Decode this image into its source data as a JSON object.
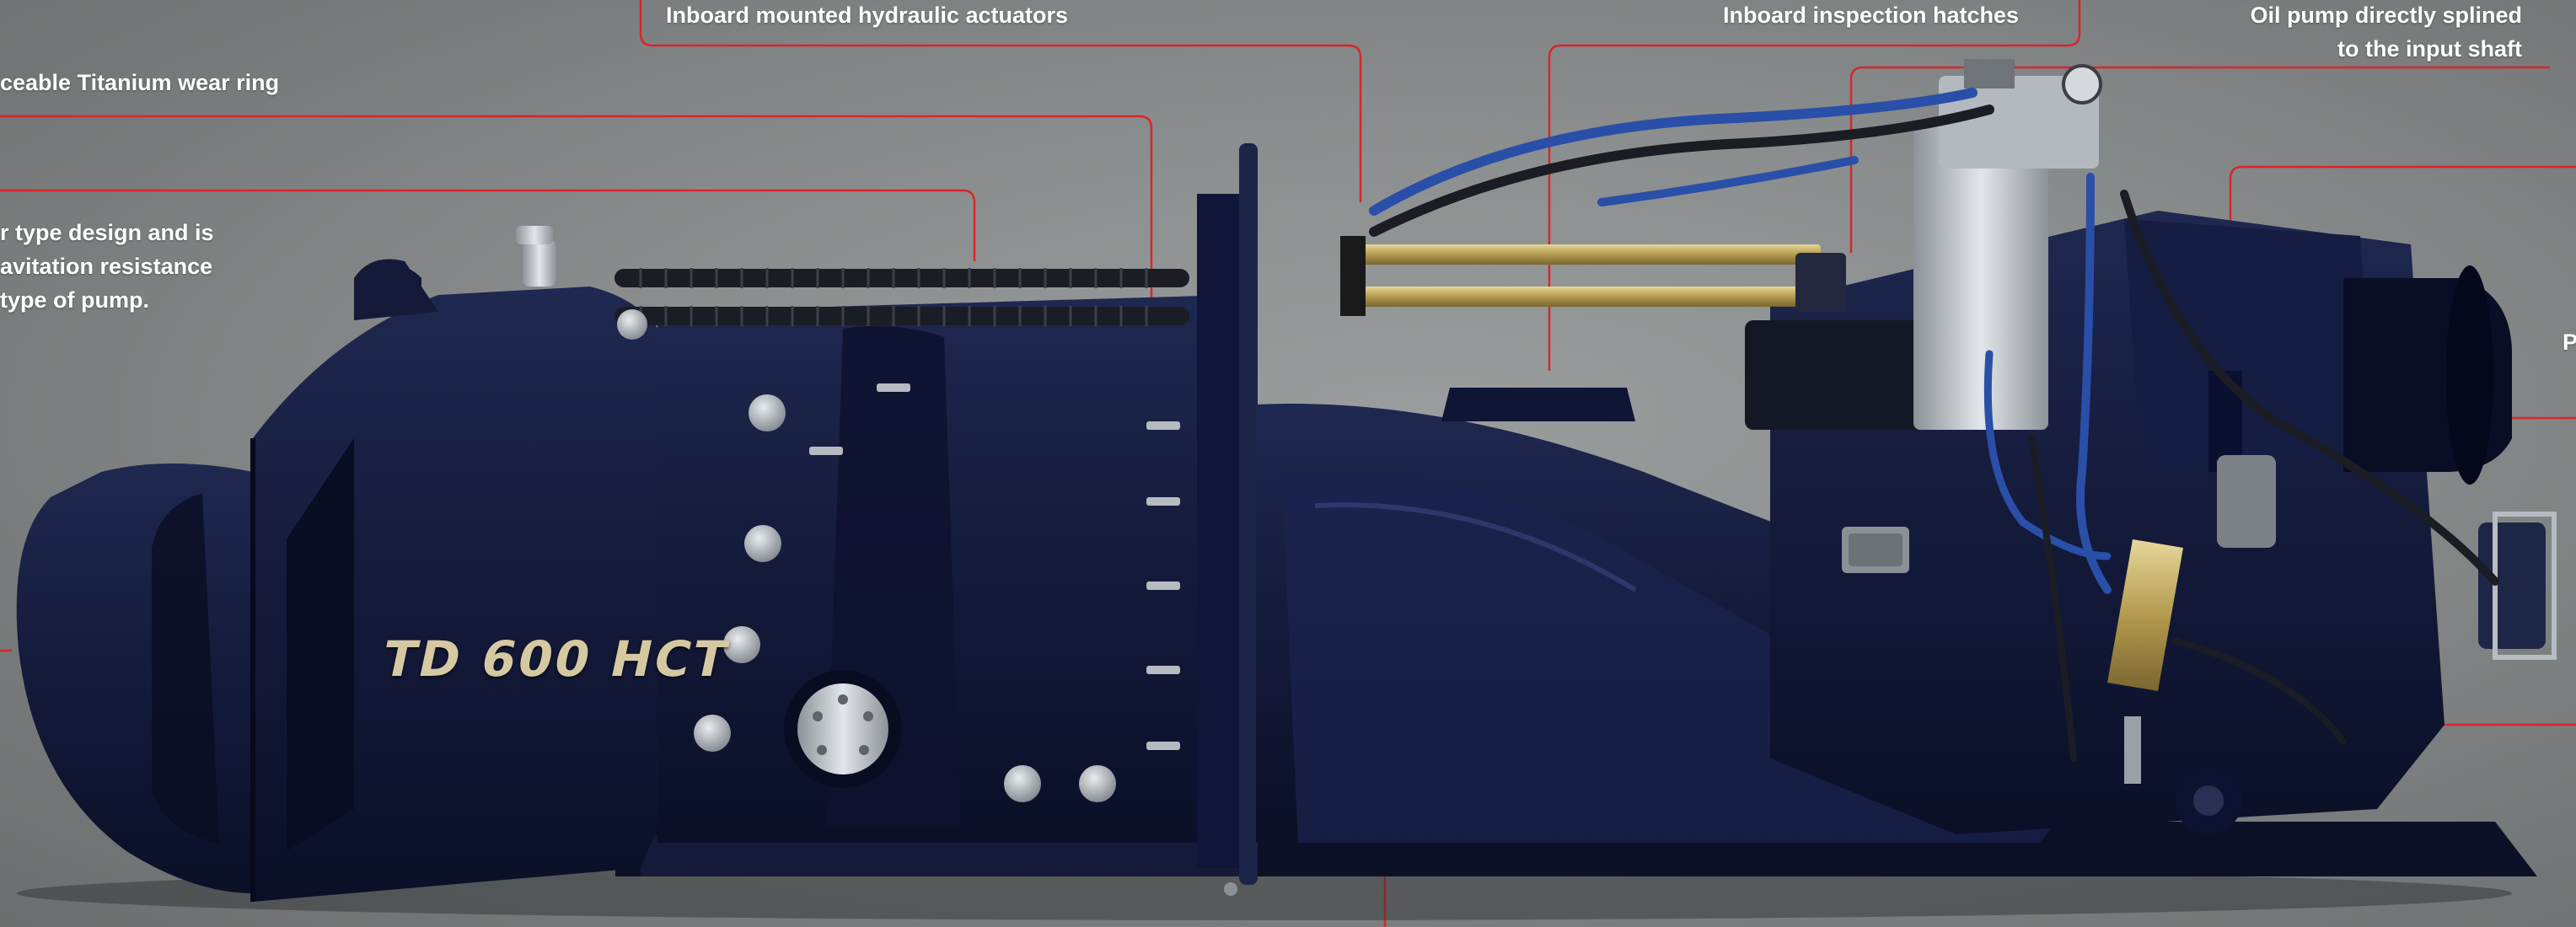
{
  "callouts": {
    "titanium_ring": "ceable Titanium wear ring",
    "hydraulic_actuators": "Inboard mounted hydraulic actuators",
    "inspection_hatches": "Inboard inspection hatches",
    "oil_pump_line1": "Oil pump directly splined",
    "oil_pump_line2": "to the input shaft",
    "design_line1": "r type design and is",
    "design_line2": "avitation resistance",
    "design_line3": "type of pump.",
    "edge_letter": "P"
  },
  "product": {
    "model_plate": "TD 600 HCT"
  },
  "colors": {
    "leader_line": "#d8262a",
    "body": "#13193a",
    "text": "#ffffff",
    "plate_text": "#d6c9a2",
    "hose": "#2a4fa8",
    "brass": "#b8a15c"
  }
}
